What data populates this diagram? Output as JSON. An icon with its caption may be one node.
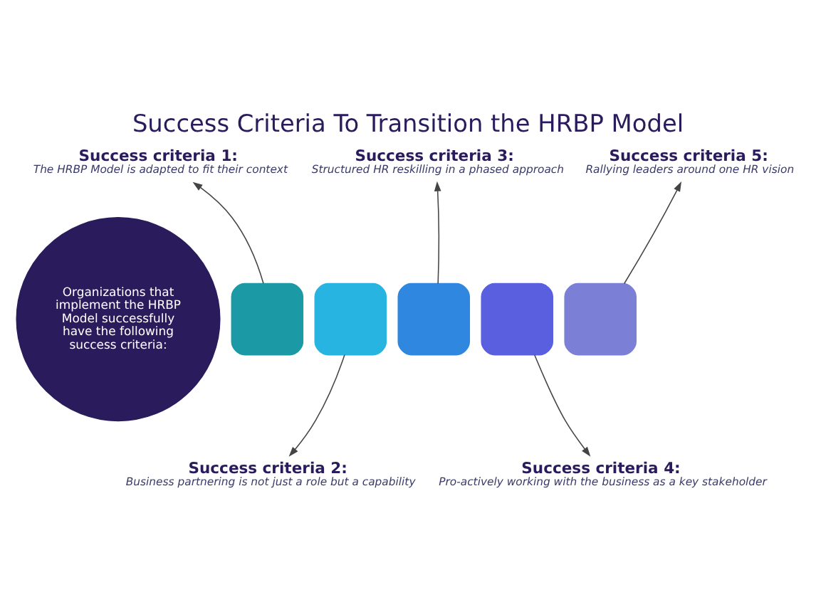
{
  "diagram": {
    "title": "Success Criteria To Transition the HRBP Model",
    "nodes": [
      {
        "text": [
          "Organizations that implement the HRBP Model successfully have the following success criteria:"
        ]
      },
      {
        "text": [],
        "shape": "box"
      },
      {
        "text": [],
        "shape": "box"
      },
      {
        "text": [],
        "shape": "box"
      },
      {
        "text": [],
        "shape": "box"
      },
      {
        "text": [],
        "shape": "box"
      },
      {
        "text": [
          "Success criteria 1:",
          "The HRBP Model is adapted to fit their context"
        ]
      },
      {
        "text": [
          "Success criteria 2:",
          "Business partnering is not just a role but a capability"
        ]
      },
      {
        "text": [
          "Success criteria 3:",
          "Structured HR reskilling in a phased approach"
        ]
      },
      {
        "text": [
          "Success criteria 4:",
          "Pro-actively working with the business as a key stakeholder"
        ]
      },
      {
        "text": [
          "Success criteria 5:",
          "Rallying leaders around one HR vision"
        ]
      }
    ],
    "edges": [
      {
        "from": 1,
        "to": 6,
        "arrow": "to"
      },
      {
        "from": 2,
        "to": 7,
        "arrow": "to"
      },
      {
        "from": 3,
        "to": 8,
        "arrow": "to"
      },
      {
        "from": 4,
        "to": 9,
        "arrow": "to"
      },
      {
        "from": 5,
        "to": 10,
        "arrow": "to"
      }
    ]
  }
}
